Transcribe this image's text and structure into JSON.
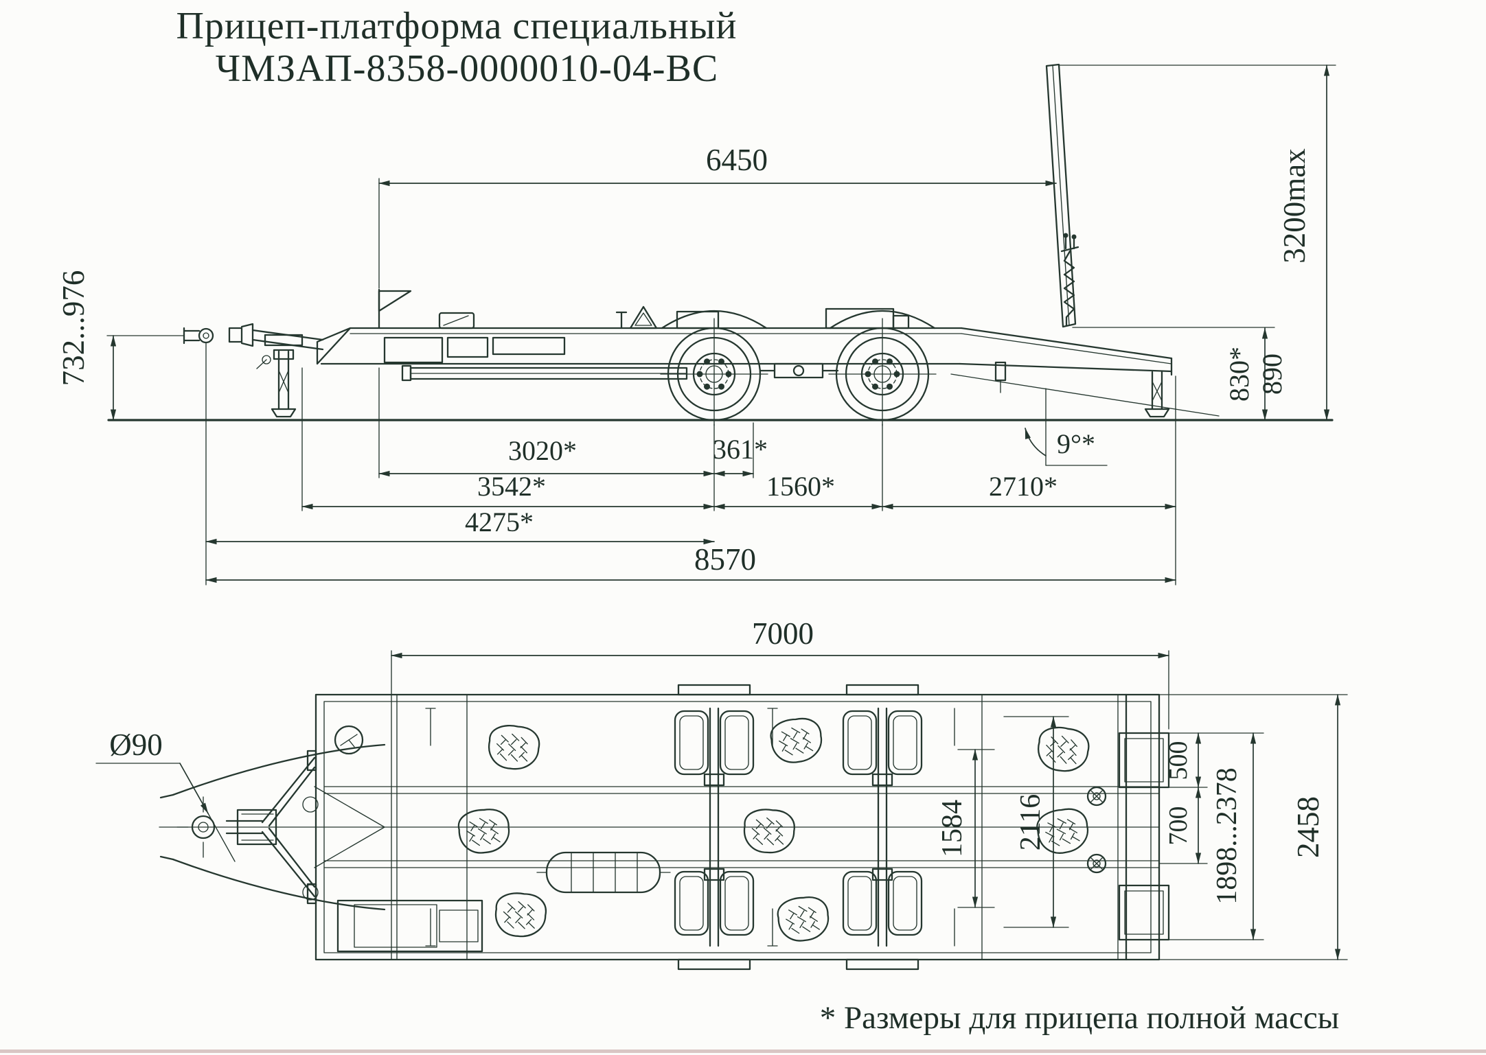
{
  "title": {
    "line1": "Прицеп-платформа специальный",
    "line2": "ЧМЗАП-8358-0000010-04-ВС"
  },
  "footnote": "* Размеры для прицепа полной массы",
  "side_view": {
    "dims": {
      "platform_length": "6450",
      "ramp_height_max": "3200max",
      "drawbar_eye_height_range": "732...976",
      "loading_height_laden": "830*",
      "loading_height_unladen": "890",
      "front_to_first_axle": "3020*",
      "axle_to_pivot": "361*",
      "eye_to_first_axle": "3542*",
      "axle_base": "1560*",
      "rear_axle_to_end": "2710*",
      "eye_to_axle_group": "4275*",
      "overall_length": "8570",
      "ramp_angle": "9°*"
    }
  },
  "top_view": {
    "dims": {
      "platform_length": "7000",
      "towing_eye_diameter": "Ø90",
      "ramp_half_width": "500",
      "ramp_gap_width": "700",
      "ramp_track_range": "1898...2378",
      "overall_width": "2458",
      "inner_frame_width": "1584",
      "outer_frame_width": "2116"
    }
  },
  "colors": {
    "ink": "#25372f",
    "paper": "#fcfcfa",
    "scan_edge": "#d9c6c4"
  }
}
